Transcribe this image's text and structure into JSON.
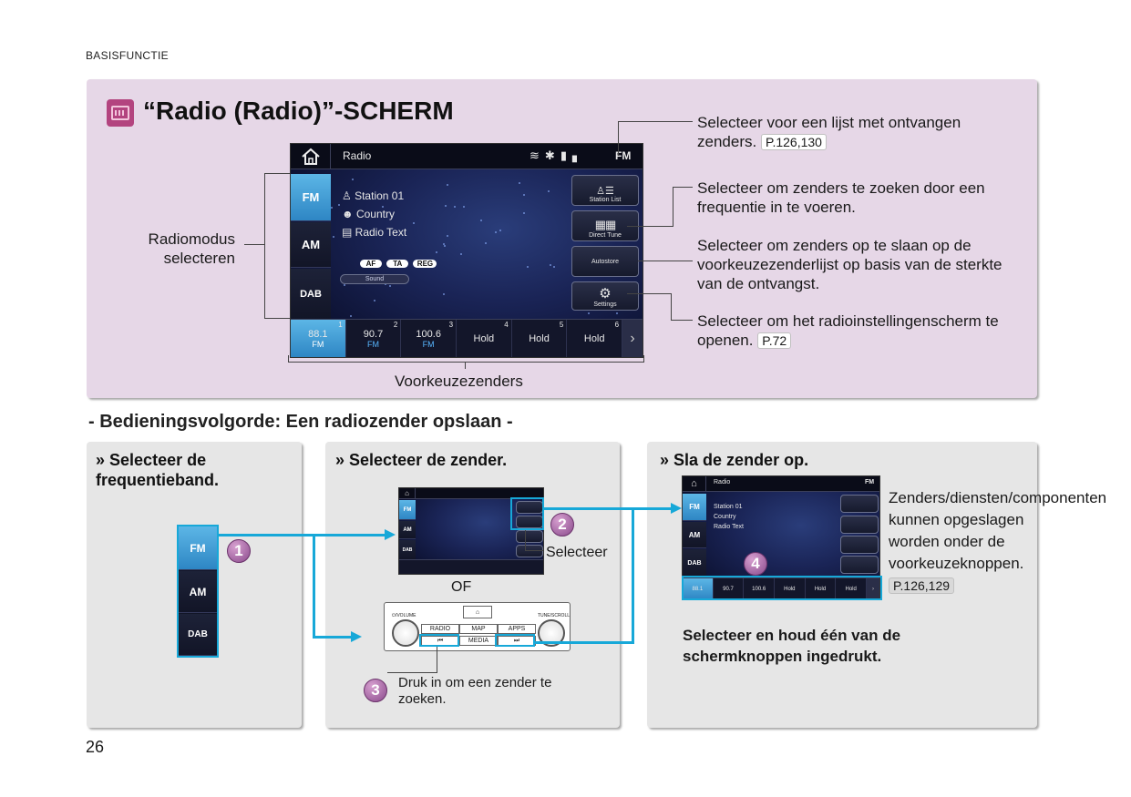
{
  "header": {
    "section": "BASISFUNCTIE"
  },
  "title": "“Radio (Radio)”-SCHERM",
  "screen": {
    "app_label": "Radio",
    "band_indicator": "FM",
    "bands": [
      "FM",
      "AM",
      "DAB"
    ],
    "selected_band": "FM",
    "station_info": [
      {
        "icon": "person-icon",
        "text": "Station 01"
      },
      {
        "icon": "masks-icon",
        "text": "Country"
      },
      {
        "icon": "text-icon",
        "text": "Radio Text"
      }
    ],
    "pills": [
      "AF",
      "TA",
      "REG"
    ],
    "sound_label": "Sound",
    "side_buttons": [
      {
        "icon": "station-list-icon",
        "label": "Station List"
      },
      {
        "icon": "keypad-icon",
        "label": "Direct Tune"
      },
      {
        "icon": "",
        "label": "Autostore"
      },
      {
        "icon": "gear-icon",
        "label": "Settings"
      }
    ],
    "presets": [
      {
        "num": "1",
        "value": "88.1",
        "band": "FM",
        "selected": true
      },
      {
        "num": "2",
        "value": "90.7",
        "band": "FM",
        "selected": false
      },
      {
        "num": "3",
        "value": "100.6",
        "band": "FM",
        "selected": false
      },
      {
        "num": "4",
        "value": "Hold",
        "band": "",
        "selected": false
      },
      {
        "num": "5",
        "value": "Hold",
        "band": "",
        "selected": false
      },
      {
        "num": "6",
        "value": "Hold",
        "band": "",
        "selected": false
      }
    ]
  },
  "callouts": {
    "station_list": {
      "text": "Selecteer voor een lijst met ontvangen zenders.",
      "ref": "P.126,130"
    },
    "direct_tune": {
      "text": "Selecteer om zenders te zoeken door een frequentie in te voeren."
    },
    "autostore": {
      "text": "Selecteer om zenders op te slaan op de voorkeuzezenderlijst op basis van de sterkte van de ontvangst."
    },
    "settings": {
      "text": "Selecteer om het radioinstellingenscherm te openen.",
      "ref": "P.72"
    },
    "mode_select": "Radiomodus selecteren",
    "presets": "Voorkeuzezenders"
  },
  "procedure_heading": "- Bedieningsvolgorde: Een radiozender opslaan -",
  "steps": [
    {
      "title_prefix": "»",
      "title": "Selecteer de frequentieband.",
      "badge": "1"
    },
    {
      "title_prefix": "»",
      "title": "Selecteer de zender.",
      "badge": "2",
      "select_label": "Selecteer",
      "or_label": "OF",
      "badge3": "3",
      "press_note": "Druk in om een zender te zoeken.",
      "console": {
        "volume_label": "⏻/VOLUME",
        "tune_label": "TUNE/SCROLL",
        "top_row": [
          "RADIO",
          "MAP",
          "APPS"
        ],
        "bottom_row": [
          "⏮",
          "MEDIA",
          "⏭"
        ]
      }
    },
    {
      "title_prefix": "»",
      "title": "Sla de zender op.",
      "badge": "4",
      "side_note": "Zenders/diensten/componenten kunnen opgeslagen worden onder de voorkeuzeknoppen.",
      "ref": "P.126,129",
      "bold_note": "Selecteer en houd één van de schermknoppen ingedrukt."
    }
  ],
  "page_number": "26",
  "colors": {
    "panel_top": "#e6d7e7",
    "panel_step": "#e6e6e6",
    "accent": "#17a8d8",
    "badge": "#8a4a8c",
    "selected": "#2e86c4"
  }
}
